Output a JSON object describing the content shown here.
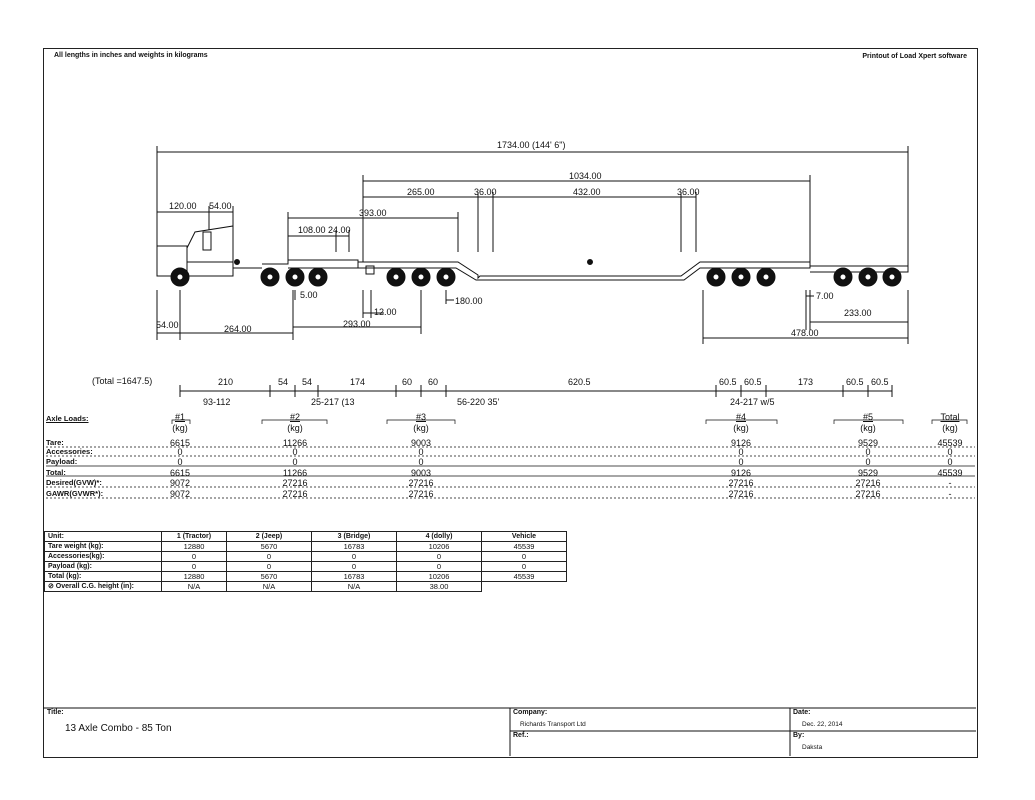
{
  "header": {
    "left_note": "All lengths in inches and weights in kilograms",
    "right_note": "Printout of Load Xpert software"
  },
  "dims": {
    "overall": "1734.00 (144' 6\")",
    "trailer_len": "1034.00",
    "d265": "265.00",
    "d36a": "36.00",
    "d432": "432.00",
    "d36b": "36.00",
    "d393": "393.00",
    "d108": "108.00",
    "d24": "24.00",
    "d120": "120.00",
    "d54top": "54.00",
    "d5": "5.00",
    "d12": "12.00",
    "d180": "180.00",
    "d7": "7.00",
    "d233": "233.00",
    "d478": "478.00",
    "d54bot": "54.00",
    "d264": "264.00",
    "d293": "293.00"
  },
  "spacing": {
    "total": "(Total =1647.5)",
    "segments": [
      "210",
      "54",
      "54",
      "174",
      "60",
      "60",
      "620.5",
      "60.5",
      "60.5",
      "173",
      "60.5",
      "60.5"
    ],
    "notes": [
      "93-112",
      "25-217 (13",
      "56-220 35'",
      "24-217 w/5"
    ]
  },
  "axle_table": {
    "row_labels": [
      "Axle Loads:",
      "Tare:",
      "Accessories:",
      "Payload:",
      "Total:",
      "Desired(GVW)*:",
      "GAWR(GVWR*):"
    ],
    "unit": "(kg)",
    "groups": [
      {
        "name": "#1",
        "tare": "6615",
        "acc": "0",
        "pay": "0",
        "total": "6615",
        "desired": "9072",
        "gawr": "9072"
      },
      {
        "name": "#2",
        "tare": "11266",
        "acc": "0",
        "pay": "0",
        "total": "11266",
        "desired": "27216",
        "gawr": "27216"
      },
      {
        "name": "#3",
        "tare": "9003",
        "acc": "0",
        "pay": "0",
        "total": "9003",
        "desired": "27216",
        "gawr": "27216"
      },
      {
        "name": "#4",
        "tare": "9126",
        "acc": "0",
        "pay": "0",
        "total": "9126",
        "desired": "27216",
        "gawr": "27216"
      },
      {
        "name": "#5",
        "tare": "9529",
        "acc": "0",
        "pay": "0",
        "total": "9529",
        "desired": "27216",
        "gawr": "27216"
      },
      {
        "name": "Total",
        "tare": "45539",
        "acc": "0",
        "pay": "0",
        "total": "45539",
        "desired": "-",
        "gawr": "-"
      }
    ]
  },
  "unit_table": {
    "corner": "Unit:",
    "columns": [
      "1 (Tractor)",
      "2 (Jeep)",
      "3 (Bridge)",
      "4 (dolly)",
      "Vehicle"
    ],
    "rows": [
      {
        "label": "Tare weight (kg):",
        "cells": [
          "12880",
          "5670",
          "16783",
          "10206",
          "45539"
        ]
      },
      {
        "label": "Accessories(kg):",
        "cells": [
          "0",
          "0",
          "0",
          "0",
          "0"
        ]
      },
      {
        "label": "Payload (kg):",
        "cells": [
          "0",
          "0",
          "0",
          "0",
          "0"
        ]
      },
      {
        "label": "Total (kg):",
        "cells": [
          "12880",
          "5670",
          "16783",
          "10206",
          "45539"
        ]
      },
      {
        "label": "⊘ Overall C.G. height (in):",
        "cells": [
          "N/A",
          "N/A",
          "N/A",
          "38.00",
          ""
        ]
      }
    ]
  },
  "title_block": {
    "title_label": "Title:",
    "title": "13 Axle Combo - 85 Ton",
    "company_label": "Company:",
    "company": "Richards Transport Ltd",
    "ref_label": "Ref.:",
    "date_label": "Date:",
    "date": "Dec. 22, 2014",
    "by_label": "By:",
    "by": "Daksta"
  }
}
